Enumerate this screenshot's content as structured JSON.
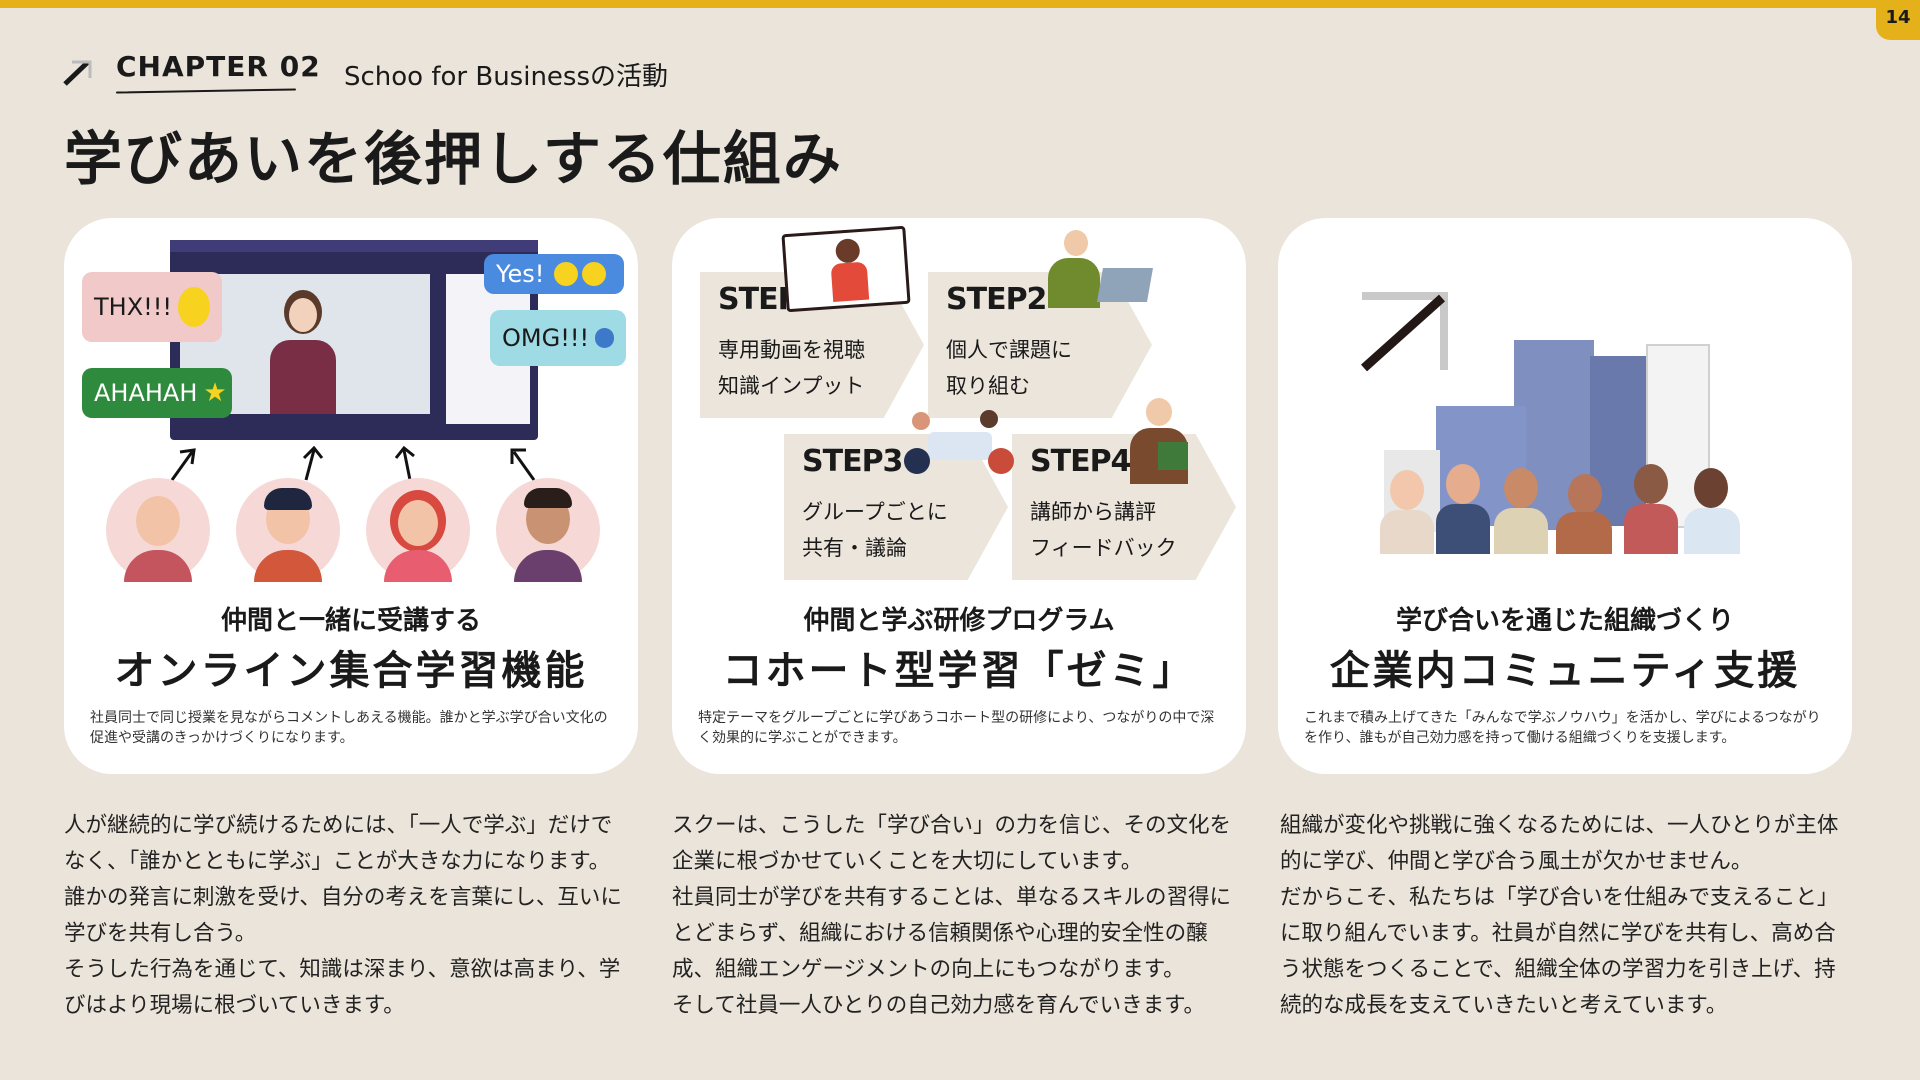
{
  "page_number": "14",
  "header": {
    "chapter": "CHAPTER 02",
    "subtitle": "Schoo for Businessの活動",
    "title": "学びあいを後押しする仕組み"
  },
  "cards": [
    {
      "subtitle": "仲間と一緒に受講する",
      "main": "オンライン集合学習機能",
      "desc": "社員同士で同じ授業を見ながらコメントしあえる機能。誰かと学ぶ学び合い文化の促進や受講のきっかけづくりになります。",
      "bubbles": [
        "THX!!!",
        "Yes!",
        "OMG!!!",
        "AHAHAH"
      ]
    },
    {
      "subtitle": "仲間と学ぶ研修プログラム",
      "main": "コホート型学習「ゼミ」",
      "desc": "特定テーマをグループごとに学びあうコホート型の研修により、つながりの中で深く効果的に学ぶことができます。",
      "steps": [
        {
          "title": "STEP1",
          "line1": "専用動画を視聴",
          "line2": "知識インプット"
        },
        {
          "title": "STEP2",
          "line1": "個人で課題に",
          "line2": "取り組む"
        },
        {
          "title": "STEP3",
          "line1": "グループごとに",
          "line2": "共有・議論"
        },
        {
          "title": "STEP4",
          "line1": "講師から講評",
          "line2": "フィードバック"
        }
      ]
    },
    {
      "subtitle": "学び合いを通じた組織づくり",
      "main": "企業内コミュニティ支援",
      "desc": "これまで積み上げてきた「みんなで学ぶノウハウ」を活かし、学びによるつながりを作り、誰もが自己効力感を持って働ける組織づくりを支援します。"
    }
  ],
  "columns": [
    [
      "人が継続的に学び続けるためには、「一人で学ぶ」だけで",
      "なく、「誰かとともに学ぶ」ことが大きな力になります。",
      "誰かの発言に刺激を受け、自分の考えを言葉にし、互いに",
      "学びを共有し合う。",
      "そうした行為を通じて、知識は深まり、意欲は高まり、学",
      "びはより現場に根づいていきます。"
    ],
    [
      "スクーは、こうした「学び合い」の力を信じ、その文化を",
      "企業に根づかせていくことを大切にしています。",
      "社員同士が学びを共有することは、単なるスキルの習得に",
      "とどまらず、組織における信頼関係や心理的安全性の醸",
      "成、組織エンゲージメントの向上にもつながります。",
      "そして社員一人ひとりの自己効力感を育んでいきます。"
    ],
    [
      "組織が変化や挑戦に強くなるためには、一人ひとりが主体",
      "的に学び、仲間と学び合う風土が欠かせません。",
      "だからこそ、私たちは「学び合いを仕組みで支えること」",
      "に取り組んでいます。社員が自然に学びを共有し、高め合",
      "う状態をつくることで、組織全体の学習力を引き上げ、持",
      "続的な成長を支えていきたいと考えています。"
    ]
  ],
  "colors": {
    "accent": "#e5b11b",
    "background": "#ebe4da",
    "card": "#ffffff"
  }
}
